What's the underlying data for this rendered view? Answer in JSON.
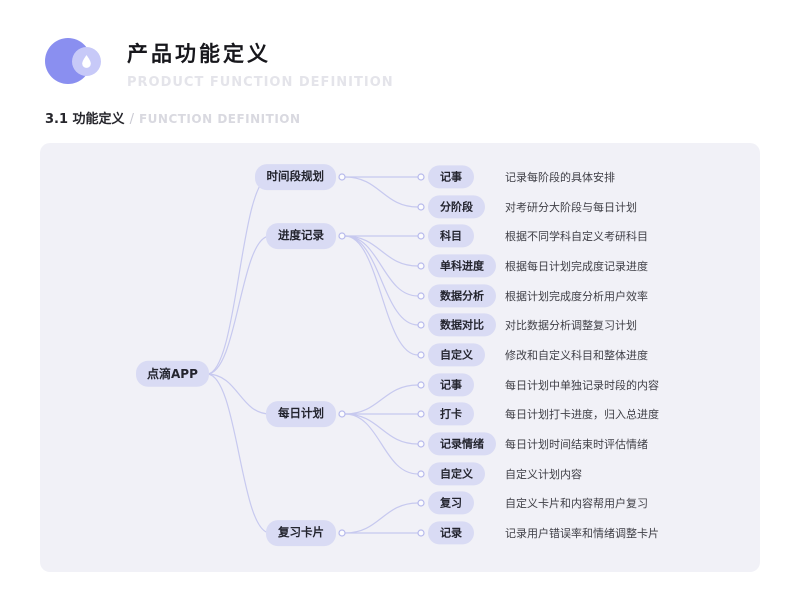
{
  "header": {
    "title": "产品功能定义",
    "subtitle": "PRODUCT FUNCTION DEFINITION"
  },
  "section": {
    "label": "3.1 功能定义",
    "divider": "/",
    "subtitle": "FUNCTION DEFINITION"
  },
  "colors": {
    "canvas_bg": "#f1f1f7",
    "node_bg": "#d9dbf4",
    "node_text": "#23242e",
    "connector_line": "#c7c9ef",
    "logo_primary": "#8a8ff0",
    "logo_secondary": "#c7c9f8"
  },
  "mindmap": {
    "root": "点滴APP",
    "branches": [
      {
        "label": "时间段规划",
        "children": [
          {
            "label": "记事",
            "desc": "记录每阶段的具体安排"
          },
          {
            "label": "分阶段",
            "desc": "对考研分大阶段与每日计划"
          }
        ]
      },
      {
        "label": "进度记录",
        "children": [
          {
            "label": "科目",
            "desc": "根据不同学科自定义考研科目"
          },
          {
            "label": "单科进度",
            "desc": "根据每日计划完成度记录进度"
          },
          {
            "label": "数据分析",
            "desc": "根据计划完成度分析用户效率"
          },
          {
            "label": "数据对比",
            "desc": "对比数据分析调整复习计划"
          },
          {
            "label": "自定义",
            "desc": "修改和自定义科目和整体进度"
          }
        ]
      },
      {
        "label": "每日计划",
        "children": [
          {
            "label": "记事",
            "desc": "每日计划中单独记录时段的内容"
          },
          {
            "label": "打卡",
            "desc": "每日计划打卡进度，归入总进度"
          },
          {
            "label": "记录情绪",
            "desc": "每日计划时间结束时评估情绪"
          },
          {
            "label": "自定义",
            "desc": "自定义计划内容"
          }
        ]
      },
      {
        "label": "复习卡片",
        "children": [
          {
            "label": "复习",
            "desc": "自定义卡片和内容帮用户复习"
          },
          {
            "label": "记录",
            "desc": "记录用户错误率和情绪调整卡片"
          }
        ]
      }
    ]
  }
}
